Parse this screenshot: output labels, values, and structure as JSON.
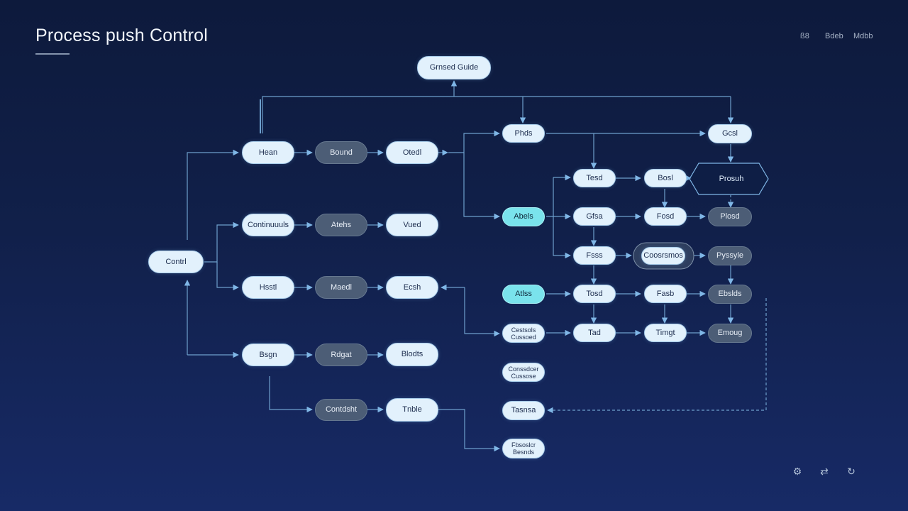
{
  "page": {
    "title": "Process push Control"
  },
  "header_right": [
    {
      "id": "hr1",
      "text": "ß8"
    },
    {
      "id": "hr2",
      "text": "Bdeb"
    },
    {
      "id": "hr3",
      "text": "Mdbb"
    }
  ],
  "nodes": [
    {
      "id": "top",
      "label": "Grnsed Guide"
    },
    {
      "id": "a1",
      "label": "Hean"
    },
    {
      "id": "a2",
      "label": "Bound"
    },
    {
      "id": "a3",
      "label": "Otedl"
    },
    {
      "id": "b1",
      "label": "Continuuuls"
    },
    {
      "id": "b2",
      "label": "Atehs"
    },
    {
      "id": "b3",
      "label": "Vued"
    },
    {
      "id": "ctrl",
      "label": "Contrl"
    },
    {
      "id": "c1",
      "label": "Hsstl"
    },
    {
      "id": "c2",
      "label": "Maedl"
    },
    {
      "id": "c3",
      "label": "Ecsh"
    },
    {
      "id": "d1",
      "label": "Bsgn"
    },
    {
      "id": "d2",
      "label": "Rdgat"
    },
    {
      "id": "d3",
      "label": "Blodts"
    },
    {
      "id": "e1",
      "label": "Contdsht"
    },
    {
      "id": "e2",
      "label": "Tnble"
    },
    {
      "id": "r_ph",
      "label": "Phds"
    },
    {
      "id": "r_gd",
      "label": "Gcsl"
    },
    {
      "id": "r_ts",
      "label": "Tesd"
    },
    {
      "id": "r_bd",
      "label": "Bosl"
    },
    {
      "id": "r_pr",
      "label": "Prosuh"
    },
    {
      "id": "r_ab",
      "label": "Abels"
    },
    {
      "id": "r_ga",
      "label": "Gfsa"
    },
    {
      "id": "r_fo",
      "label": "Fosd"
    },
    {
      "id": "r_pl",
      "label": "Plosd"
    },
    {
      "id": "r_fs",
      "label": "Fsss"
    },
    {
      "id": "r_cm",
      "label": "Coosrsmos"
    },
    {
      "id": "r_py",
      "label": "Pyssyle"
    },
    {
      "id": "r_at",
      "label": "Atlss"
    },
    {
      "id": "r_ts2",
      "label": "Tosd"
    },
    {
      "id": "r_fa",
      "label": "Fasb"
    },
    {
      "id": "r_eb",
      "label": "Ebslds"
    },
    {
      "id": "r_cs",
      "label": "Cestsols Cussoed"
    },
    {
      "id": "r_td",
      "label": "Tad"
    },
    {
      "id": "r_tm",
      "label": "Timgt"
    },
    {
      "id": "r_em",
      "label": "Emoug"
    },
    {
      "id": "r_cb",
      "label": "Conssdcer Cussose"
    },
    {
      "id": "r_tn",
      "label": "Tasnsa"
    },
    {
      "id": "r_fb",
      "label": "Fbsoslcr Besnds"
    }
  ],
  "corner_icons": [
    {
      "id": "ci1",
      "name": "settings-icon",
      "glyph": "⚙"
    },
    {
      "id": "ci2",
      "name": "share-icon",
      "glyph": "⇄"
    },
    {
      "id": "ci3",
      "name": "refresh-icon",
      "glyph": "↻"
    }
  ],
  "colors": {
    "line": "#6e9fcc",
    "arrow": "#7fb6e6"
  }
}
